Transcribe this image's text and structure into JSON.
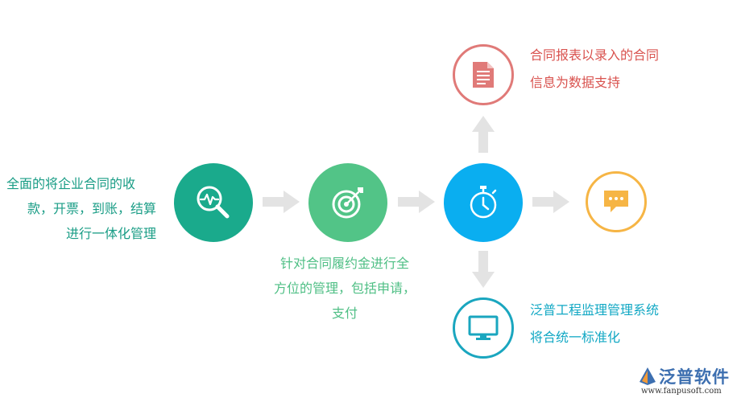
{
  "texts": {
    "left": [
      "全面的将企业合同的收",
      "款，开票，到账，结算",
      "进行一体化管理"
    ],
    "middle": [
      "针对合同履约金进行全",
      "方位的管理，包括申请，",
      "支付"
    ],
    "top": [
      "合同报表以录入的合同",
      "信息为数据支持"
    ],
    "bottom": [
      "泛普工程监理管理系统",
      "将合统一标准化"
    ]
  },
  "icons": {
    "step1": "analytics-search-icon",
    "step2": "target-icon",
    "step3": "stopwatch-icon",
    "step4": "chat-bubble-icon",
    "top": "document-icon",
    "bottom": "monitor-icon"
  },
  "colors": {
    "step1": "#1aaa8c",
    "step2": "#52c487",
    "step3": "#0aaef0",
    "step4": "#f6b545",
    "top": "#e07a78",
    "bottom": "#1aa6bf",
    "arrow": "#e3e3e3"
  },
  "logo": {
    "name": "泛普软件",
    "url": "www.fanpusoft.com"
  }
}
